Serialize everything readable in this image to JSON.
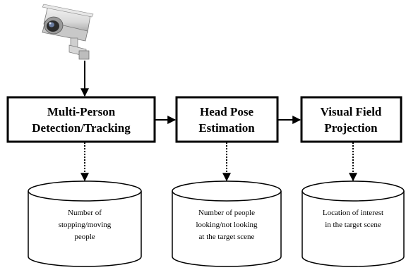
{
  "diagram": {
    "camera": {
      "icon": "cctv-camera-icon"
    },
    "stages": [
      {
        "id": "detection",
        "lines": [
          "Multi-Person",
          "Detection/Tracking"
        ]
      },
      {
        "id": "headpose",
        "lines": [
          "Head Pose",
          "Estimation"
        ]
      },
      {
        "id": "visualfield",
        "lines": [
          "Visual Field",
          "Projection"
        ]
      }
    ],
    "outputs": [
      {
        "id": "counts",
        "lines": [
          "Number of",
          "stopping/moving",
          "people"
        ]
      },
      {
        "id": "looking",
        "lines": [
          "Number of people",
          "looking/not looking",
          "at the target scene"
        ]
      },
      {
        "id": "location",
        "lines": [
          "Location of interest",
          "in the target scene"
        ]
      }
    ]
  }
}
